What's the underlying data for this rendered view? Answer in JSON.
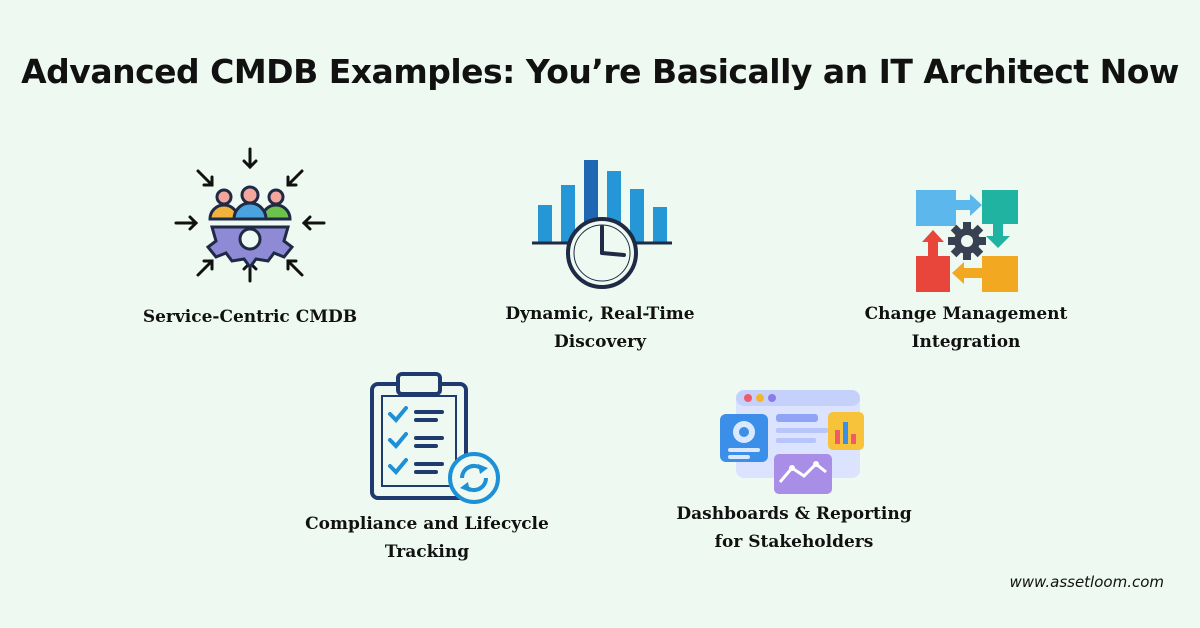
{
  "title": "Advanced CMDB Examples: You’re Basically an IT Architect Now",
  "items": [
    {
      "label": "Service-Centric CMDB"
    },
    {
      "label_line1": "Dynamic, Real-Time",
      "label_line2": "Discovery"
    },
    {
      "label_line1": "Change Management",
      "label_line2": "Integration"
    },
    {
      "label_line1": "Compliance and Lifecycle",
      "label_line2": "Tracking"
    },
    {
      "label_line1": "Dashboards & Reporting",
      "label_line2": "for Stakeholders"
    }
  ],
  "footer": "www.assetloom.com"
}
